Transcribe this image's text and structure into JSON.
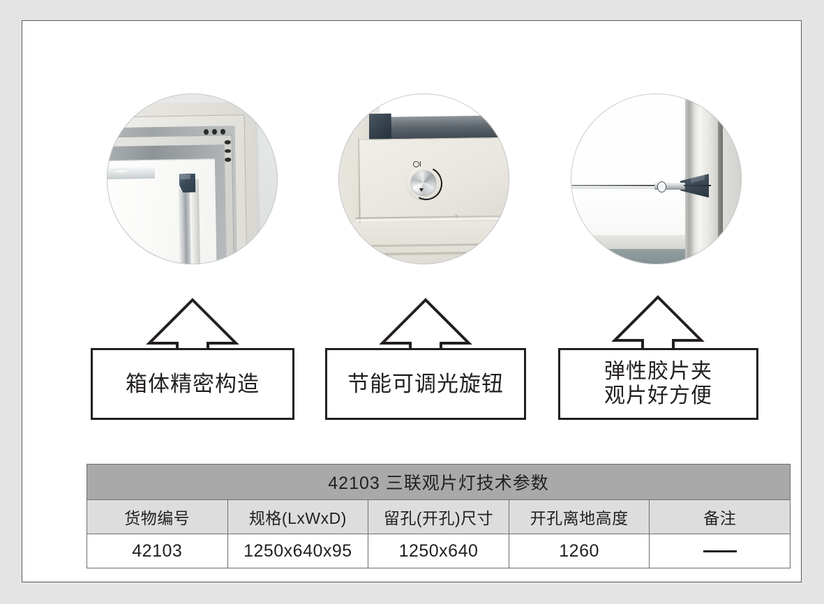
{
  "page": {
    "background_color": "#e4e4e4",
    "canvas_color": "#ffffff",
    "border_color": "#555b5b"
  },
  "photos": [
    {
      "name": "cabinet-frame-corner-photo",
      "alt": "Close-up of precision aluminium cabinet frame corner with navy corner cap"
    },
    {
      "name": "dimmer-knob-photo",
      "alt": "Close-up of chrome energy-saving adjustable dimmer knob on cream cabinet face"
    },
    {
      "name": "film-clip-photo",
      "alt": "Close-up of elastic film clip and tension wire on viewing panel edge"
    }
  ],
  "callouts": [
    {
      "id": "callout-1",
      "label": "箱体精密构造",
      "lines": 1
    },
    {
      "id": "callout-2",
      "label": "节能可调光旋钮",
      "lines": 1
    },
    {
      "id": "callout-3",
      "label": "弹性胶片夹\n观片好方便",
      "lines": 2
    }
  ],
  "spec_table": {
    "title": "42103 三联观片灯技术参数",
    "columns": [
      "货物编号",
      "规格(LxWxD)",
      "留孔(开孔)尺寸",
      "开孔离地高度",
      "备注"
    ],
    "rows": [
      {
        "item_no": "42103",
        "spec": "1250x640x95",
        "opening_size": "1250x640",
        "opening_height": "1260",
        "remark": "——"
      }
    ],
    "colors": {
      "title_bg": "#a9a9a9",
      "header_bg": "#dddddd",
      "data_bg": "#ffffff",
      "border": "#6d6d6d",
      "text": "#231f20"
    }
  }
}
